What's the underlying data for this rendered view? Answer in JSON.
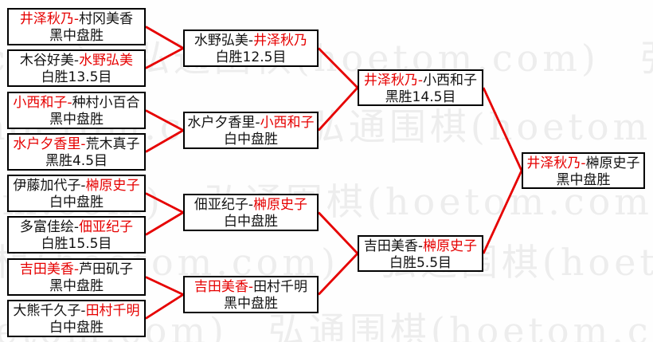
{
  "ui": {
    "dash": "-"
  },
  "colors": {
    "winner_text": "#e60000",
    "connector_line": "#e60000",
    "box_border": "#000000",
    "watermark": "#ededed"
  },
  "watermark": {
    "text": "弘通围棋(hoetom.com)"
  },
  "matches": {
    "r1m1": {
      "left": "井泽秋乃",
      "right": "村冈美香",
      "winner": "left",
      "result": "黑中盘胜"
    },
    "r1m2": {
      "left": "木谷好美",
      "right": "水野弘美",
      "winner": "right",
      "result": "白胜13.5目"
    },
    "r1m3": {
      "left": "小西和子",
      "right": "种村小百合",
      "winner": "left",
      "result": "黑中盘胜"
    },
    "r1m4": {
      "left": "水户夕香里",
      "right": "荒木真子",
      "winner": "left",
      "result": "黑胜4.5目"
    },
    "r1m5": {
      "left": "伊藤加代子",
      "right": "榊原史子",
      "winner": "right",
      "result": "白中盘胜"
    },
    "r1m6": {
      "left": "多富佳绘",
      "right": "佃亚纪子",
      "winner": "right",
      "result": "白胜15.5目"
    },
    "r1m7": {
      "left": "吉田美香",
      "right": "芦田矶子",
      "winner": "left",
      "result": "黑中盘胜"
    },
    "r1m8": {
      "left": "大熊千久子",
      "right": "田村千明",
      "winner": "right",
      "result": "白中盘胜"
    },
    "r2m1": {
      "left": "水野弘美",
      "right": "井泽秋乃",
      "winner": "right",
      "result": "白胜12.5目"
    },
    "r2m2": {
      "left": "水户夕香里",
      "right": "小西和子",
      "winner": "right",
      "result": "白中盘胜"
    },
    "r2m3": {
      "left": "佃亚纪子",
      "right": "榊原史子",
      "winner": "right",
      "result": "白中盘胜"
    },
    "r2m4": {
      "left": "吉田美香",
      "right": "田村千明",
      "winner": "left",
      "result": "黑中盘胜"
    },
    "sf1": {
      "left": "井泽秋乃",
      "right": "小西和子",
      "winner": "left",
      "result": "黑胜14.5目"
    },
    "sf2": {
      "left": "吉田美香",
      "right": "榊原史子",
      "winner": "right",
      "result": "白胜5.5目"
    },
    "final": {
      "left": "井泽秋乃",
      "right": "榊原史子",
      "winner": "left",
      "result": "黑中盘胜"
    }
  }
}
